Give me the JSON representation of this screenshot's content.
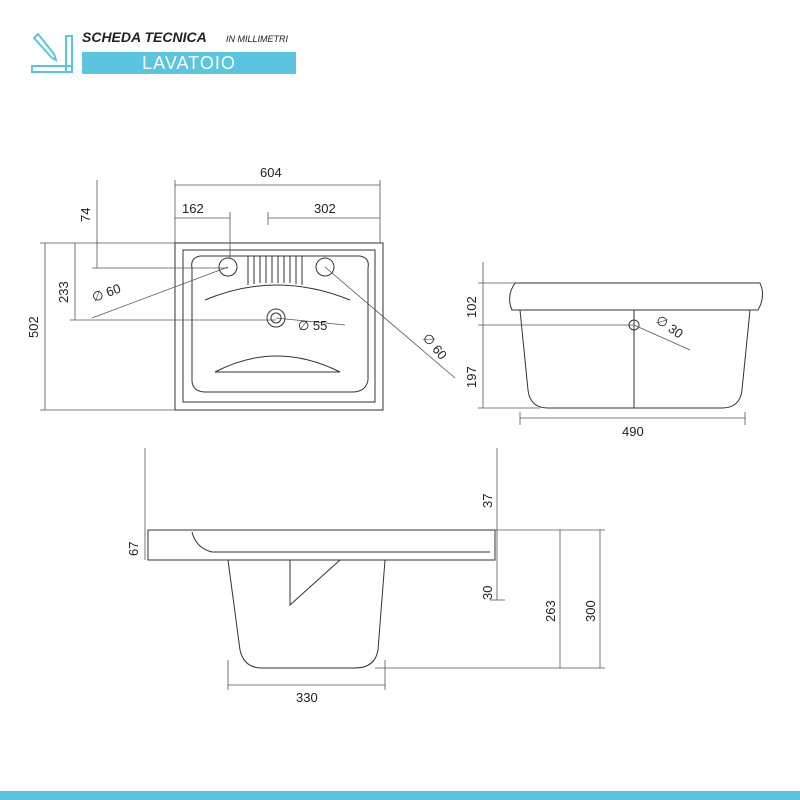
{
  "header": {
    "title": "SCHEDA TECNICA",
    "unit": "IN MILLIMETRI",
    "product": "LAVATOIO"
  },
  "colors": {
    "accent": "#5bc5df",
    "line": "#333333"
  },
  "top_view": {
    "width": "604",
    "left_offset": "162",
    "right_offset": "302",
    "rim_depth": "74",
    "hole_depth": "233",
    "depth": "502",
    "hole_left": "∅ 60",
    "hole_center": "∅ 55",
    "hole_right": "∅ 60"
  },
  "front_view": {
    "rim_height": "102",
    "basin_height": "197",
    "basin_width": "490",
    "drain": "∅ 30"
  },
  "side_view": {
    "rim_thickness": "67",
    "top_offset": "37",
    "inner_step": "30",
    "inner_height": "263",
    "total_height": "300",
    "basin_depth": "330"
  }
}
